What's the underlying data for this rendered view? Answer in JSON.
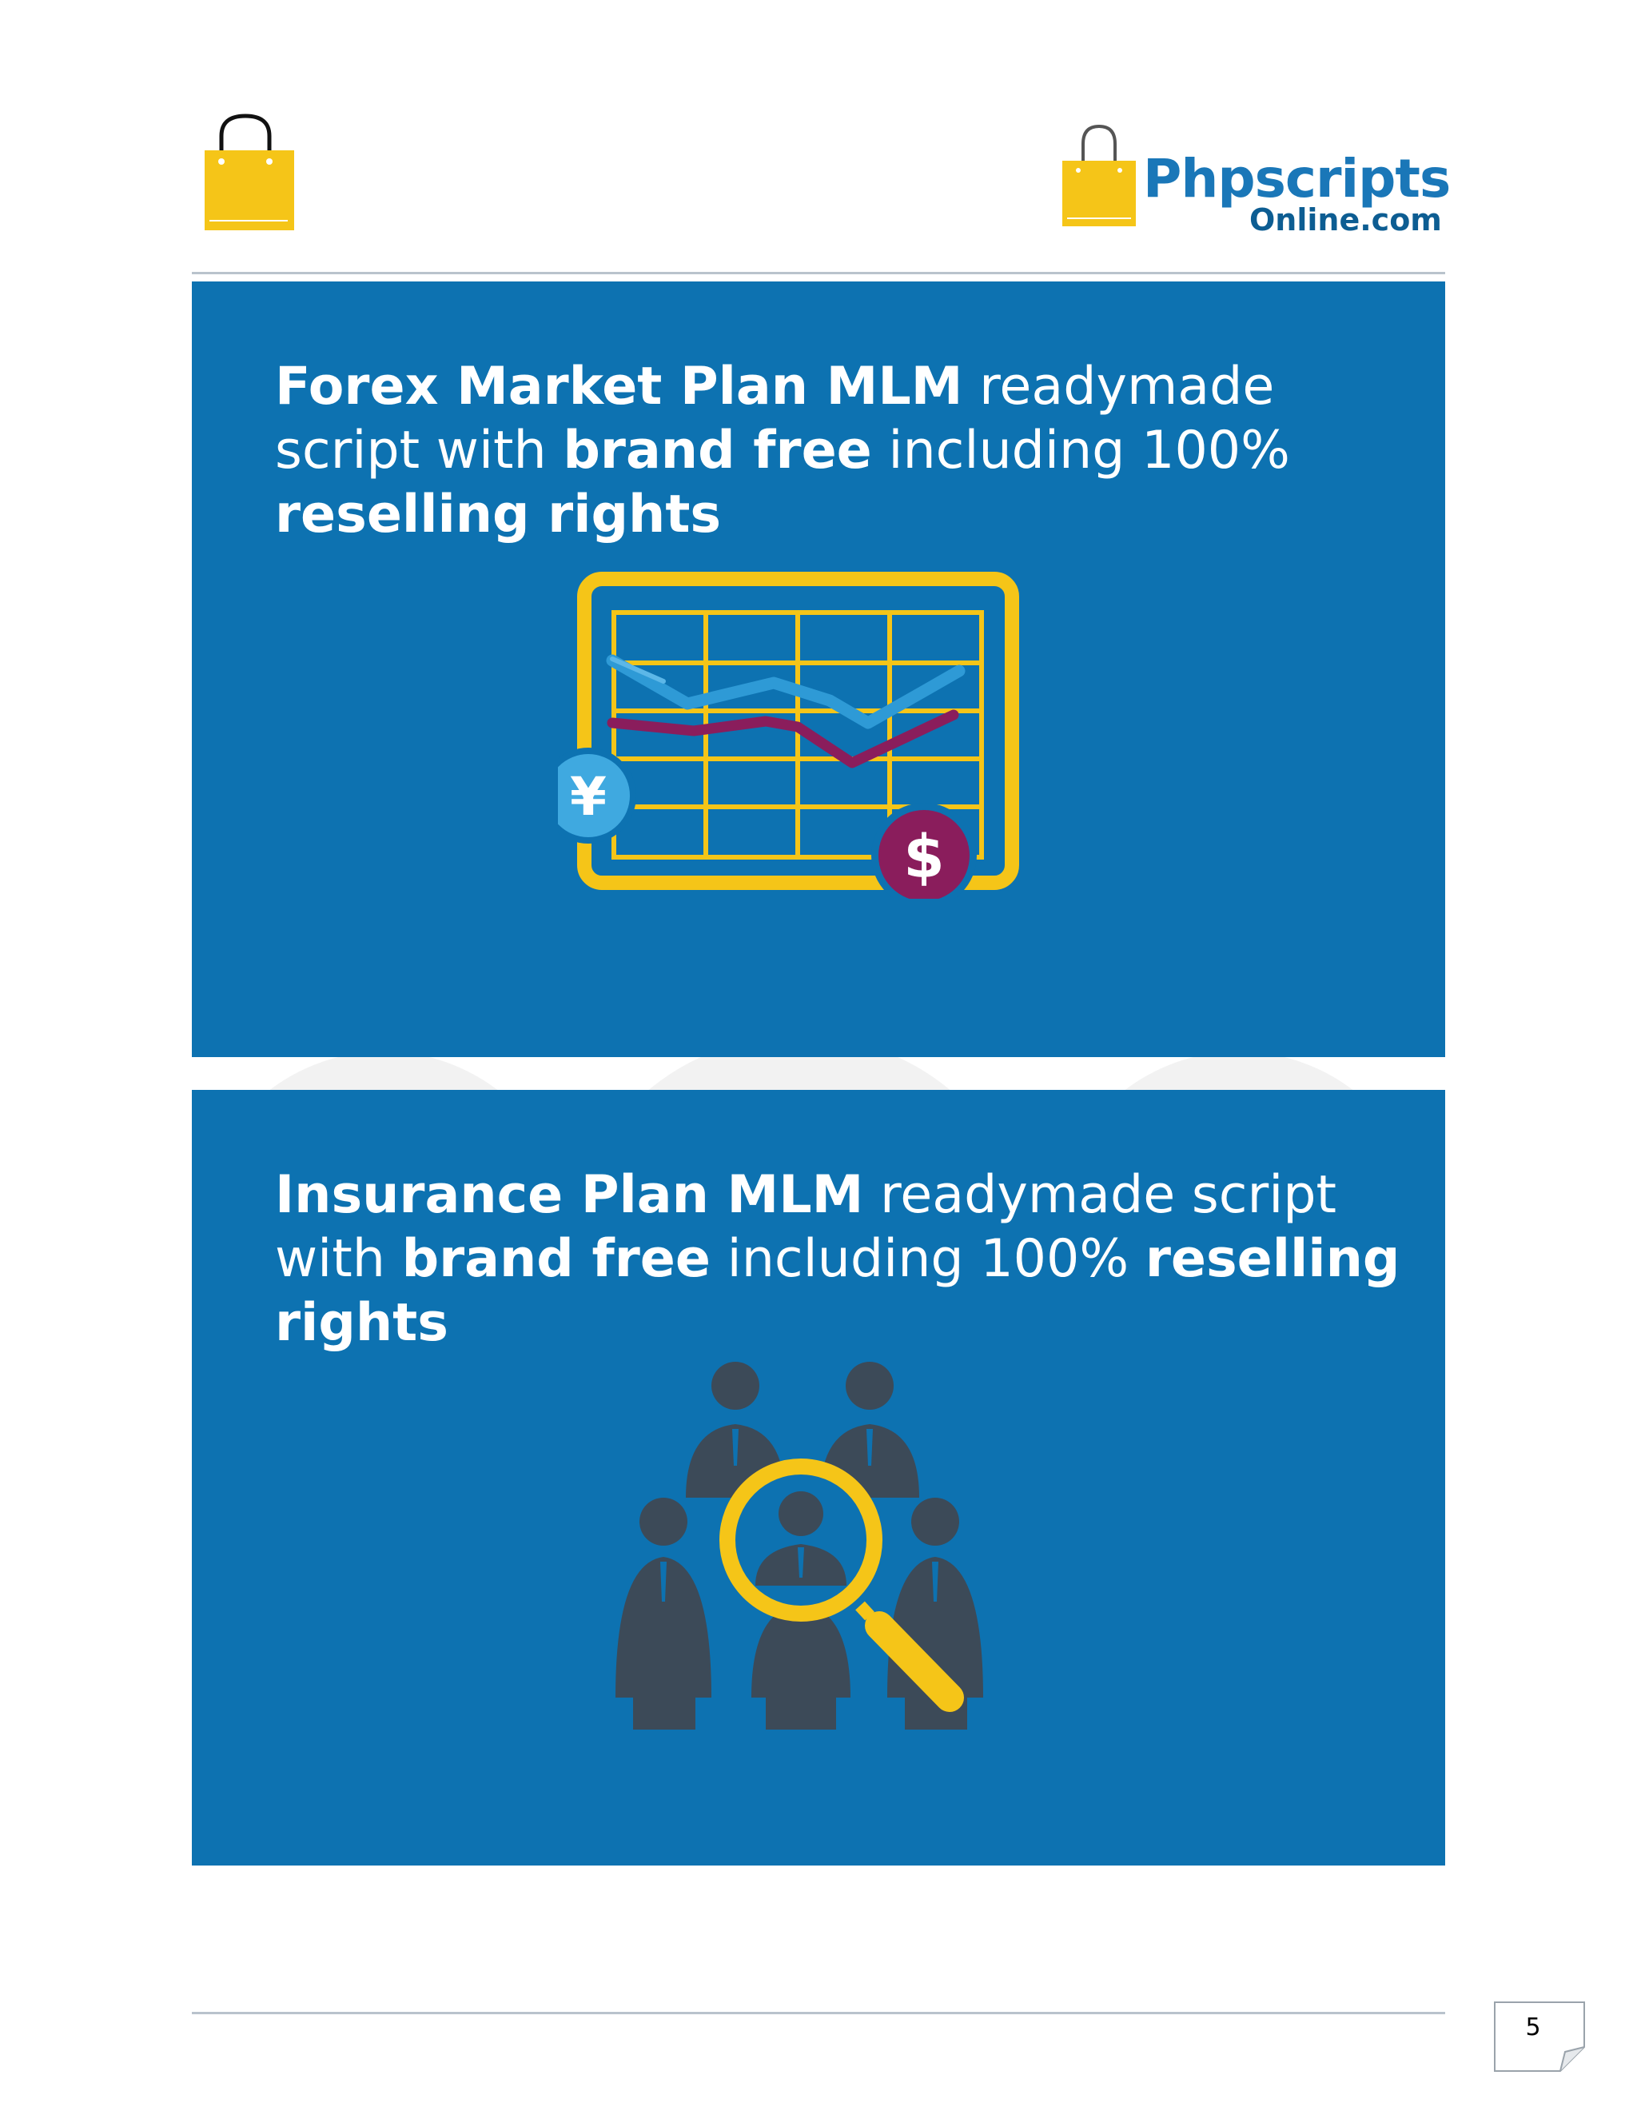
{
  "header": {
    "brand_name": "Phpscripts",
    "brand_suffix": "Online.com",
    "left_logo_icon": "shopping-bag-icon",
    "brand_logo_icon": "shopping-bag-icon"
  },
  "colors": {
    "panel_blue": "#0d72b1",
    "brand_yellow": "#f5c518",
    "brand_blue": "#1a77b8",
    "accent_purple": "#8a1d5c",
    "figure_gray": "#3c4a58"
  },
  "panels": [
    {
      "title_bold_1": "Forex Market Plan MLM",
      "title_text_1": " readymade script with ",
      "title_bold_2": "brand free",
      "title_text_2": " including 100% ",
      "title_bold_3": "reselling rights",
      "icon": "forex-chart-icon",
      "yen_symbol": "¥",
      "dollar_symbol": "$"
    },
    {
      "title_bold_1": "Insurance Plan MLM",
      "title_text_1": " readymade script with ",
      "title_bold_2": "brand free",
      "title_text_2": " including 100% ",
      "title_bold_3": "reselling rights",
      "icon": "people-search-icon"
    }
  ],
  "footer": {
    "page_number": "5"
  }
}
